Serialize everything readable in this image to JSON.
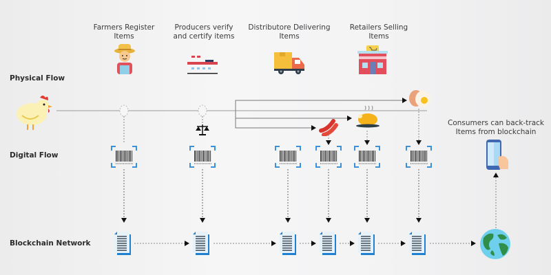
{
  "rows": {
    "physical": "Physical Flow",
    "digital": "Digital Flow",
    "blockchain": "Blockchain Network"
  },
  "stages": [
    {
      "line1": "Farmers Register",
      "line2": "Items",
      "icon": "farmer-icon"
    },
    {
      "line1": "Producers verify",
      "line2": "and certify items",
      "icon": "production-line-icon"
    },
    {
      "line1": "Distributore Delivering",
      "line2": "Items",
      "icon": "delivery-truck-icon"
    },
    {
      "line1": "Retailers Selling",
      "line2": "Items",
      "icon": "retail-store-icon"
    }
  ],
  "consumer": {
    "line1": "Consumers can back-track",
    "line2": "Items from blockchain",
    "icon": "smartphone-icon"
  },
  "source_icon": "chicken-icon",
  "products": [
    "sausage-icon",
    "roast-chicken-icon",
    "egg-icon"
  ],
  "colors": {
    "scan_frame": "#3d8fd6",
    "doc_blue": "#1f7fd0",
    "line": "#8a8a8a",
    "arrow": "#111111"
  }
}
